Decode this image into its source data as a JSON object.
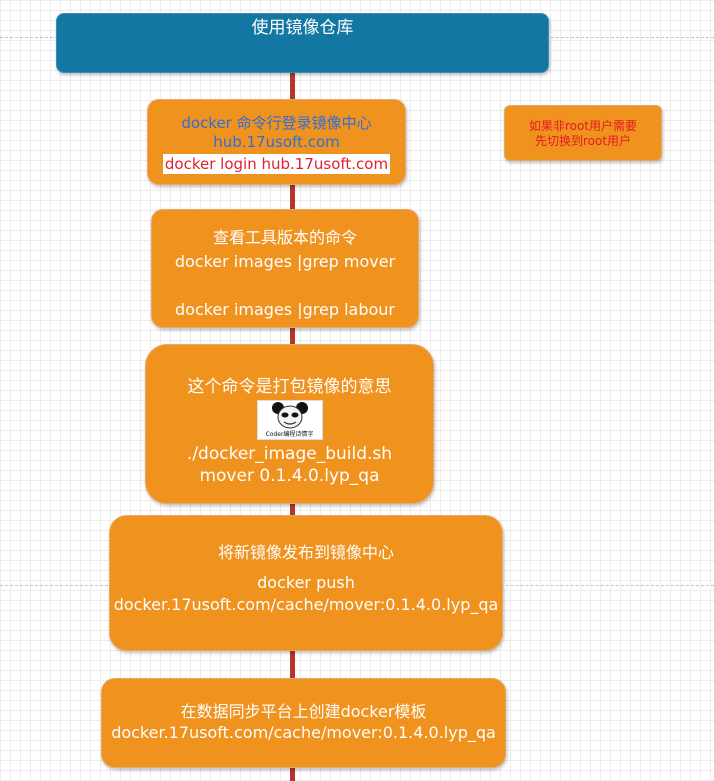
{
  "header": {
    "title": "使用镜像仓库"
  },
  "step1": {
    "line1": "docker 命令行登录镜像中心",
    "line2": "hub.17usoft.com",
    "command": "docker login hub.17usoft.com"
  },
  "note": {
    "line1": "如果非root用户需要",
    "line2": "先切换到root用户"
  },
  "step2": {
    "title": "查看工具版本的命令",
    "cmd1": "docker images |grep mover",
    "cmd2": "docker images |grep labour"
  },
  "step3": {
    "title": "这个命令是打包镜像的意思",
    "logo_text": "Coder编程诗情字",
    "cmd1": "./docker_image_build.sh",
    "cmd2": "mover 0.1.4.0.lyp_qa"
  },
  "step4": {
    "title": "将新镜像发布到镜像中心",
    "cmd1": "docker push",
    "cmd2": "docker.17usoft.com/cache/mover:0.1.4.0.lyp_qa"
  },
  "step5": {
    "title": "在数据同步平台上创建docker模板",
    "cmd1": "docker.17usoft.com/cache/mover:0.1.4.0.lyp_qa"
  },
  "colors": {
    "header_bg": "#1277a2",
    "box_bg": "#f0921e",
    "connector": "#b6362a",
    "link_text": "#2f6fd6",
    "command_text": "#e0202e"
  }
}
